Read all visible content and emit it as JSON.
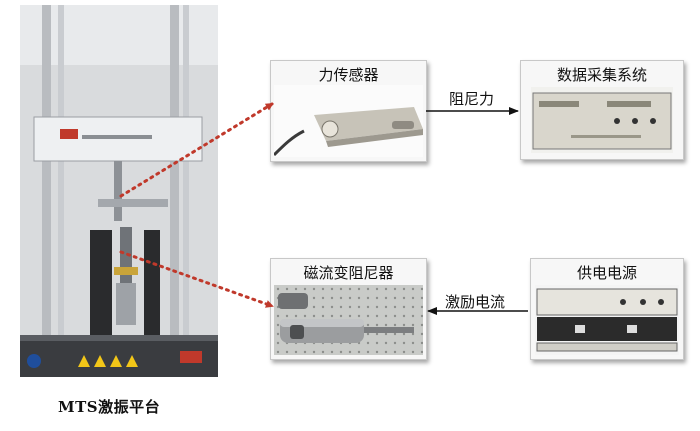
{
  "rig": {
    "label": "MTS激振平台"
  },
  "nodes": {
    "force_sensor": {
      "title": "力传感器"
    },
    "data_acquisition": {
      "title": "数据采集系统"
    },
    "mr_damper": {
      "title": "磁流变阻尼器"
    },
    "power_supply": {
      "title": "供电电源"
    }
  },
  "edges": {
    "damping_force": {
      "label": "阻尼力"
    },
    "excitation_current": {
      "label": "激励电流"
    }
  },
  "colors": {
    "dotted_arrow": "#c0392b",
    "arrow": "#111111"
  }
}
